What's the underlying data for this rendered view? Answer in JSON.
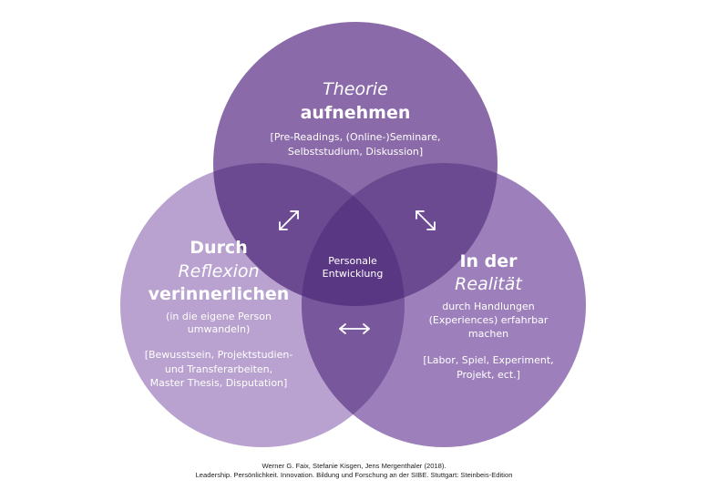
{
  "colors": {
    "top_circle": "#8a6aa8",
    "left_circle": "#b9a2cf",
    "right_circle": "#9d80bb",
    "top_left_overlap": "#6c4a92",
    "top_right_overlap": "#6c4a92",
    "left_right_overlap": "#78579c",
    "center_overlap": "#5a3782",
    "text": "#ffffff"
  },
  "top": {
    "title_line1": "Theorie",
    "title_line2": "aufnehmen",
    "detail_line1": "[Pre-Readings, (Online-)Seminare,",
    "detail_line2": "Selbststudium, Diskussion]"
  },
  "left": {
    "title_line1": "Durch",
    "title_line2": "Reflexion",
    "title_line3": "verinnerlichen",
    "sub_line1": "(in die eigene Person",
    "sub_line2": "umwandeln)",
    "detail_line1": "[Bewusstsein, Projektstudien-",
    "detail_line2": "und Transferarbeiten,",
    "detail_line3": "Master Thesis, Disputation]"
  },
  "right": {
    "title_line1": "In der",
    "title_line2": "Realität",
    "sub_line1": "durch Handlungen",
    "sub_line2": "(Experiences) erfahrbar",
    "sub_line3": "machen",
    "detail_line1": "[Labor, Spiel, Experiment,",
    "detail_line2": "Projekt, ect.]"
  },
  "center": {
    "line1": "Personale",
    "line2": "Entwicklung"
  },
  "arrows": {
    "top_left": "diagonal-double-arrow-icon",
    "top_right": "diagonal-double-arrow-icon",
    "bottom": "horizontal-double-arrow-icon"
  },
  "citation": {
    "line1": "Werner G. Faix, Stefanie Kisgen, Jens Mergenthaler (2018).",
    "line2": "Leadership. Persönlichkeit. Innovation. Bildung und Forschung an der SIBE. Stuttgart: Steinbeis-Edition"
  }
}
